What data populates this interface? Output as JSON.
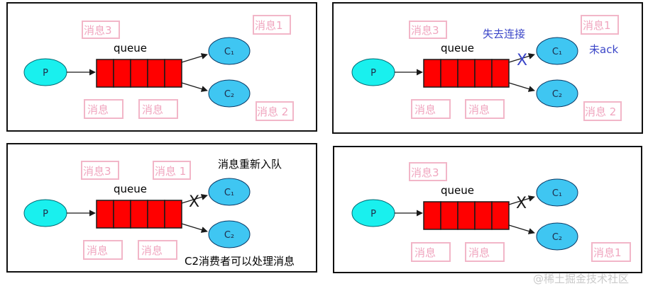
{
  "labels": {
    "queue": "queue",
    "producer": "P",
    "consumer1": "C₁",
    "consumer2": "C₂",
    "msg": "消息",
    "msg1": "消息1",
    "msg2": "消息2",
    "msg3": "消息3",
    "msg1_spaced": "消息 1",
    "msg2_spaced": "消息 2"
  },
  "notes": {
    "lost_connection": "失去连接",
    "not_ack": "未ack",
    "requeue": "消息重新入队",
    "c2_can_process": "C2消费者可以处理消息",
    "cross": "X"
  },
  "watermark": "@稀土掘金技术社区",
  "colors": {
    "producer": "#19f0ee",
    "consumer": "#3fc6f2",
    "queue": "#ff0000",
    "tag_border": "#f2b6c8",
    "tag_text": "#f0a6bf",
    "accent_blue": "#3b46c8"
  }
}
